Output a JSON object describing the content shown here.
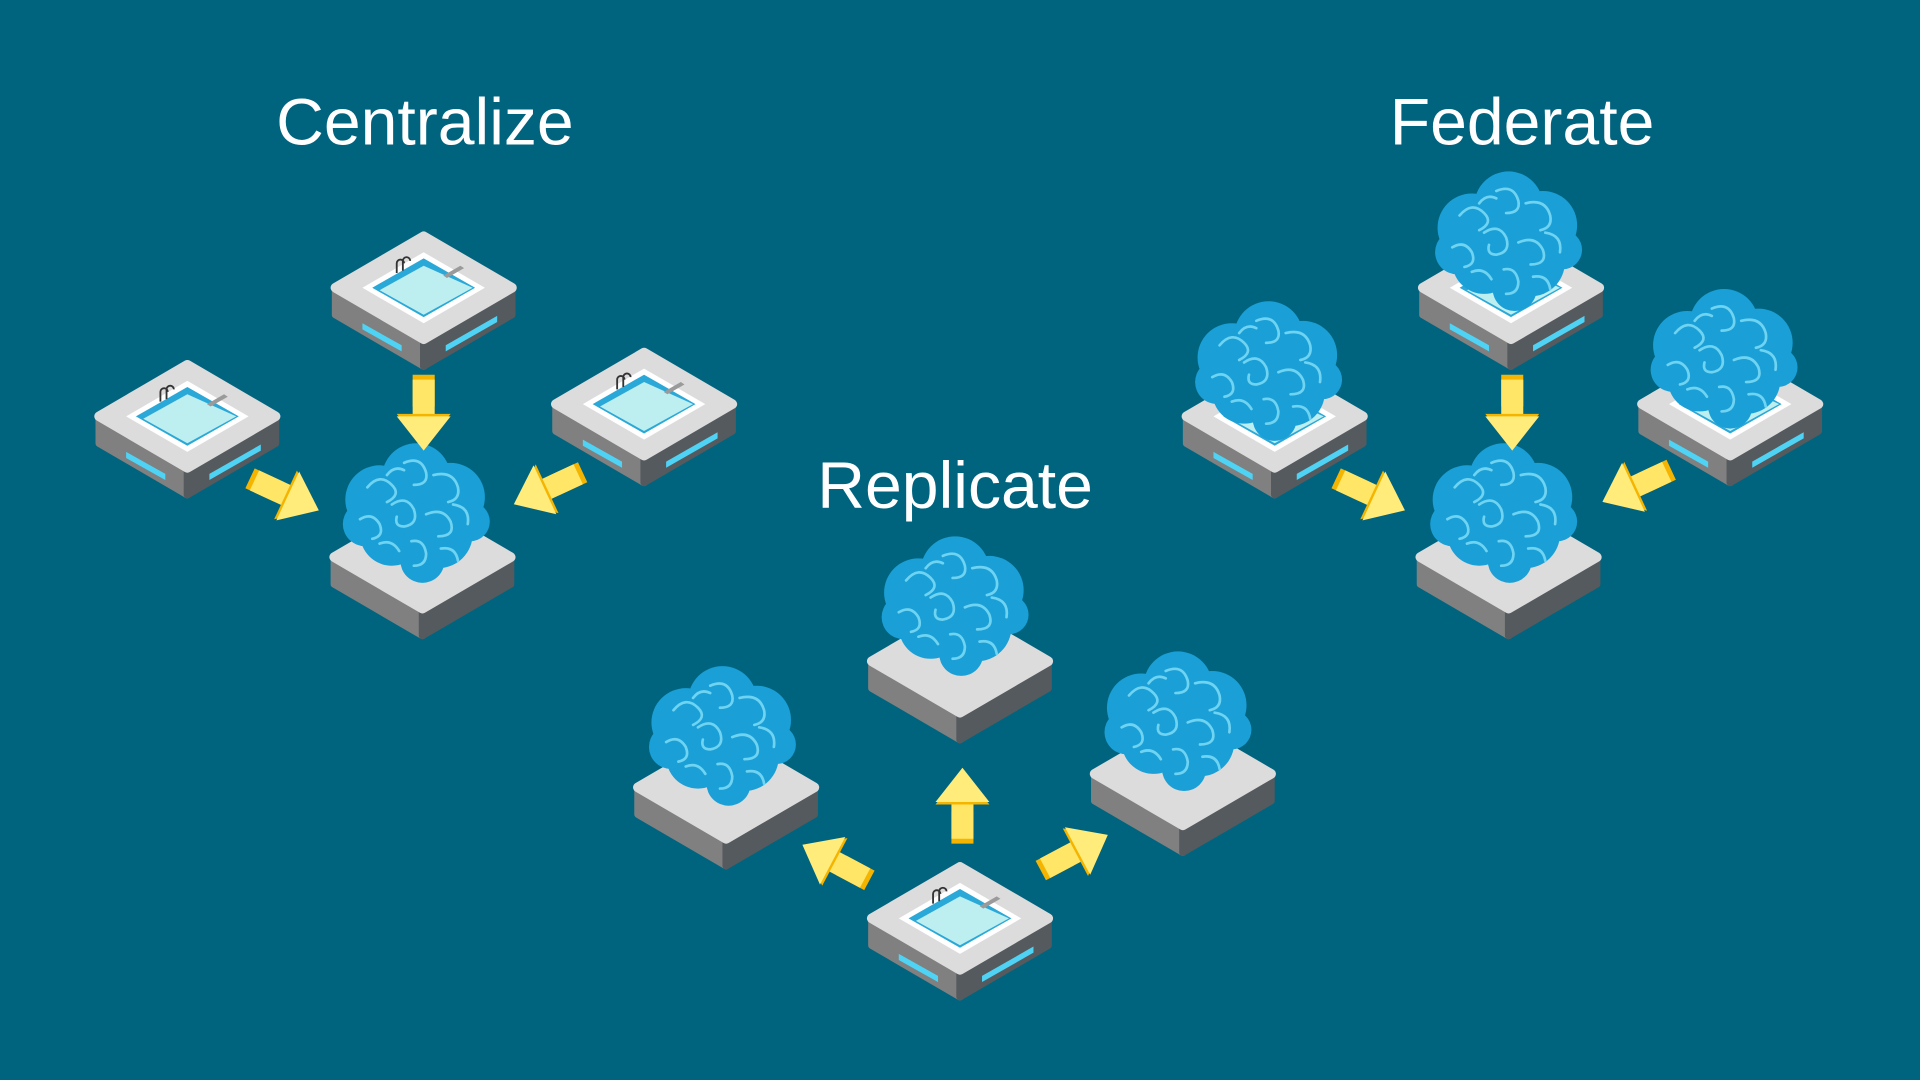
{
  "titles": {
    "centralize": "Centralize",
    "replicate": "Replicate",
    "federate": "Federate"
  },
  "colors": {
    "background": "#00647f",
    "brain": "#1a9fd6",
    "arrow": "#ffe666",
    "arrow_shade": "#f5b400",
    "platform_top": "#d9d9d9"
  }
}
